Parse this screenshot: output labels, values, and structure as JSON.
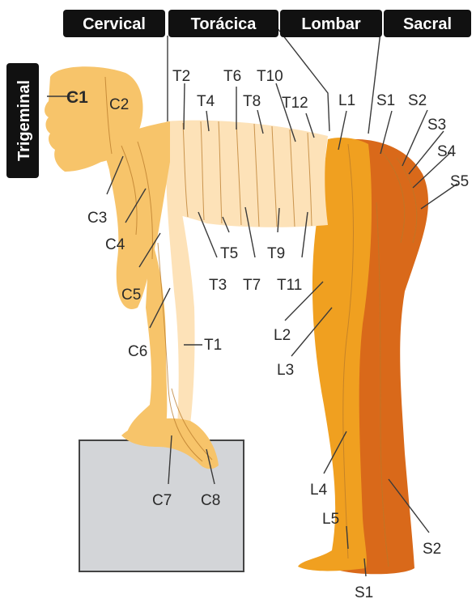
{
  "regions": {
    "cervical": "Cervical",
    "toracica": "Torácica",
    "lombar": "Lombar",
    "sacral": "Sacral",
    "trigeminal": "Trigeminal"
  },
  "labels": {
    "C1": "C1",
    "C2": "C2",
    "C3": "C3",
    "C4": "C4",
    "C5": "C5",
    "C6": "C6",
    "C7": "C7",
    "C8": "C8",
    "T1": "T1",
    "T2": "T2",
    "T3": "T3",
    "T4": "T4",
    "T5": "T5",
    "T6": "T6",
    "T7": "T7",
    "T8": "T8",
    "T9": "T9",
    "T10": "T10",
    "T11": "T11",
    "T12": "T12",
    "L1": "L1",
    "L2": "L2",
    "L3": "L3",
    "L4": "L4",
    "L5": "L5",
    "S1_top": "S1",
    "S2_top": "S2",
    "S3": "S3",
    "S4": "S4",
    "S5": "S5",
    "S2_bottom": "S2",
    "S1_bottom": "S1"
  },
  "colors": {
    "cervical_skin": "#f7c46a",
    "thoracic_skin": "#fde2b8",
    "lumbar_skin": "#f0a020",
    "sacral_skin": "#d9691a",
    "box_fill": "#d3d5d8",
    "header_bg": "#111111"
  }
}
